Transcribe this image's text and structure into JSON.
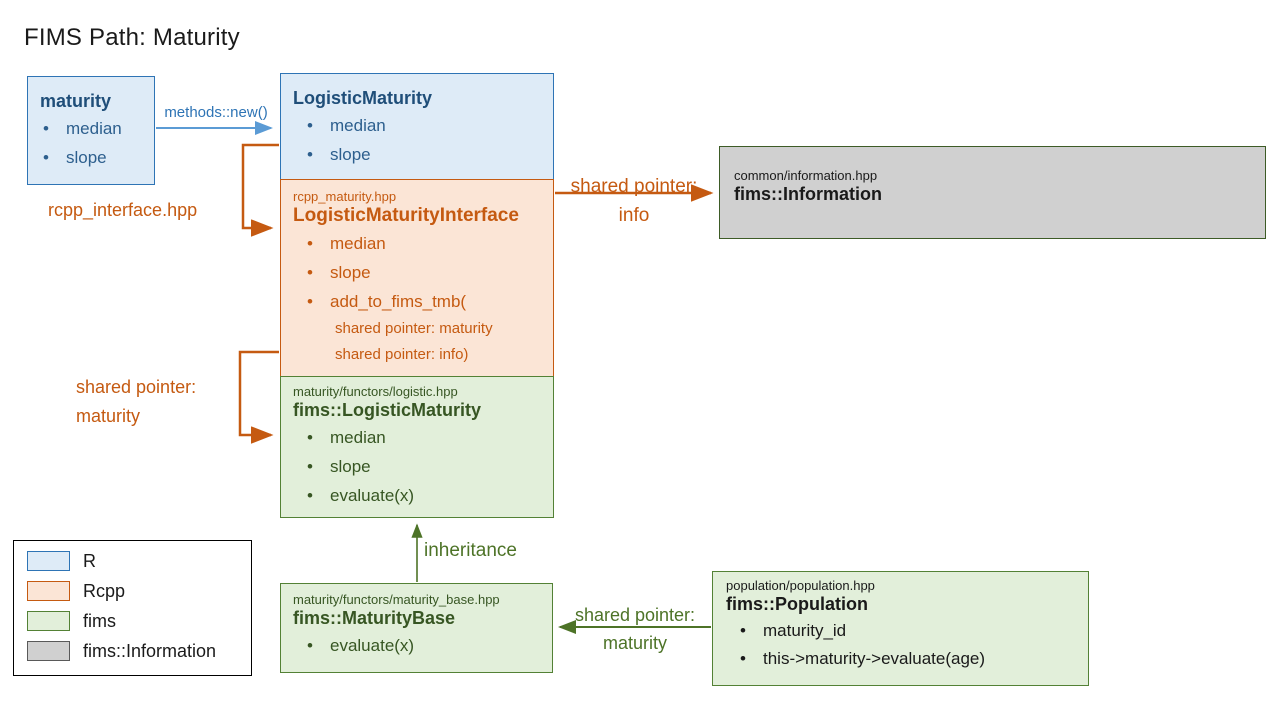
{
  "title": "FIMS Path: Maturity",
  "colors": {
    "r_fill": "#DEEBF7",
    "r_border": "#2E74B5",
    "r_title": "#1F4E79",
    "r_item": "#2D5F8E",
    "rcpp_fill": "#FBE5D6",
    "rcpp_accent": "#C55A11",
    "fims_fill": "#E2EFDA",
    "fims_border": "#538135",
    "fims_text": "#375623",
    "fims_arrow": "#4D7327",
    "info_fill": "#D0D0D0",
    "info_border": "#3D5B26",
    "info_swatch_border": "#595959",
    "arrow_blue": "#5B9BD5",
    "label_blue": "#2E74B5",
    "text_black": "#1A1A1A",
    "legend_border": "#000000"
  },
  "boxes": {
    "maturity": {
      "title": "maturity",
      "items": [
        "median",
        "slope"
      ]
    },
    "logistic_maturity_r": {
      "title": "LogisticMaturity",
      "items": [
        "median",
        "slope"
      ]
    },
    "logistic_maturity_interface": {
      "file": "rcpp_maturity.hpp",
      "title": "LogisticMaturityInterface",
      "items": [
        "median",
        "slope",
        "add_to_fims_tmb("
      ],
      "subitems": [
        "shared pointer: maturity",
        "shared pointer: info)"
      ]
    },
    "fims_logistic_maturity": {
      "file": "maturity/functors/logistic.hpp",
      "title": "fims::LogisticMaturity",
      "items": [
        "median",
        "slope",
        "evaluate(x)"
      ]
    },
    "fims_information": {
      "file": "common/information.hpp",
      "title": "fims::Information"
    },
    "fims_maturity_base": {
      "file": "maturity/functors/maturity_base.hpp",
      "title": "fims::MaturityBase",
      "items": [
        "evaluate(x)"
      ]
    },
    "fims_population": {
      "file": "population/population.hpp",
      "title": "fims::Population",
      "items": [
        "maturity_id",
        "this->maturity->evaluate(age)"
      ]
    }
  },
  "arrows": {
    "methods_new": {
      "label": "methods::new()"
    },
    "rcpp_interface": {
      "label": "rcpp_interface.hpp"
    },
    "shared_pointer_info": {
      "line1": "shared pointer:",
      "line2": "info"
    },
    "shared_pointer_maturity_orange": {
      "line1": "shared pointer:",
      "line2": "maturity"
    },
    "inheritance": {
      "label": "inheritance"
    },
    "shared_pointer_maturity_green": {
      "line1": "shared pointer:",
      "line2": "maturity"
    }
  },
  "legend": {
    "items": [
      {
        "label": "R"
      },
      {
        "label": "Rcpp"
      },
      {
        "label": "fims"
      },
      {
        "label": "fims::Information"
      }
    ]
  }
}
